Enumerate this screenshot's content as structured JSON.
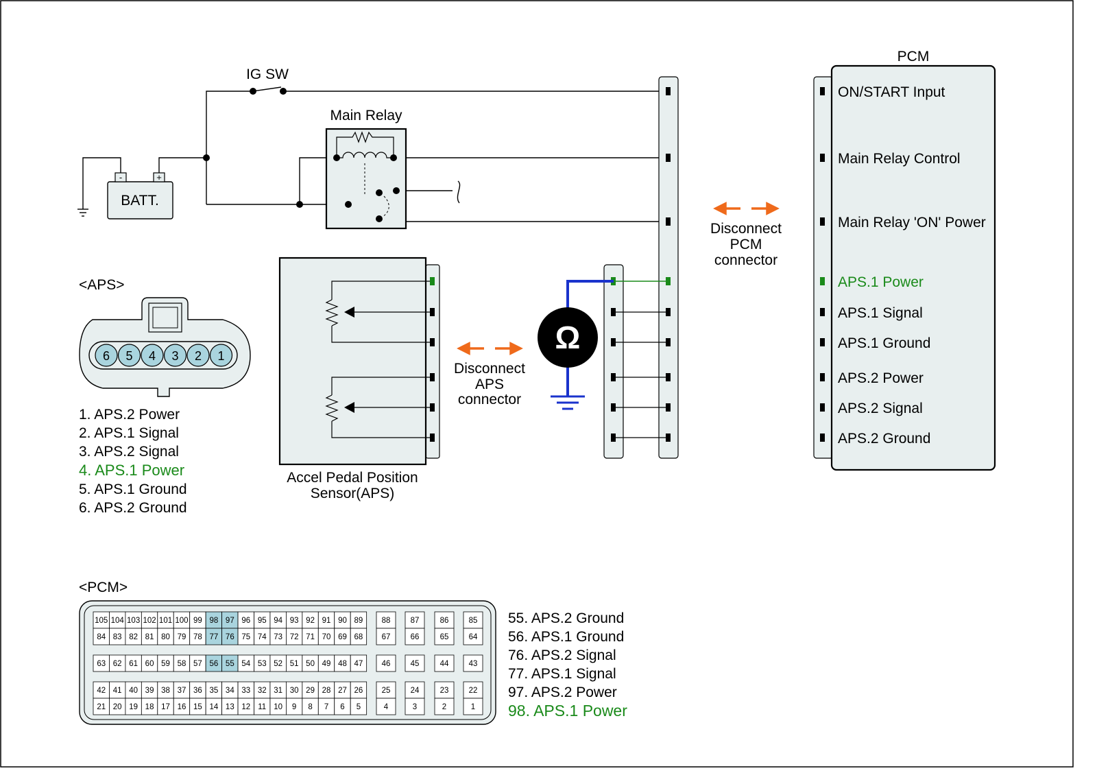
{
  "colors": {
    "background": "#ffffff",
    "box_fill": "#e8efef",
    "highlight_green": "#1a8a1a",
    "meter_lead": "#1a33cc",
    "arrow_orange": "#ef6a1b",
    "highlight_cell": "#a9d4de"
  },
  "labels": {
    "ig_sw": "IG SW",
    "main_relay": "Main Relay",
    "batt": "BATT.",
    "batt_neg": "-",
    "batt_pos": "+",
    "pcm_title": "PCM",
    "aps_heading": "<APS>",
    "pcm_heading": "<PCM>",
    "sensor_line1": "Accel Pedal Position",
    "sensor_line2": "Sensor(APS)",
    "disc_aps": [
      "Disconnect",
      "APS",
      "connector"
    ],
    "disc_pcm": [
      "Disconnect",
      "PCM",
      "connector"
    ],
    "ohm": "Ω"
  },
  "pcm_pins": [
    "ON/START Input",
    "Main Relay Control",
    "Main Relay 'ON' Power",
    "APS.1 Power",
    "APS.1 Signal",
    "APS.1 Ground",
    "APS.2 Power",
    "APS.2 Signal",
    "APS.2 Ground"
  ],
  "aps_legend": [
    "1. APS.2 Power",
    "2. APS.1 Signal",
    "3. APS.2 Signal",
    "4. APS.1 Power",
    "5. APS.1 Ground",
    "6. APS.2 Ground"
  ],
  "aps_pins": [
    "6",
    "5",
    "4",
    "3",
    "2",
    "1"
  ],
  "pcm_legend": [
    "55. APS.2 Ground",
    "56. APS.1 Ground",
    "76. APS.2 Signal",
    "77. APS.1 Signal",
    "97. APS.2 Power",
    "98. APS.1 Power"
  ],
  "pcm_connector": {
    "left_rows": [
      [
        "105",
        "104",
        "103",
        "102",
        "101",
        "100",
        "99",
        "98",
        "97",
        "96",
        "95",
        "94",
        "93",
        "92",
        "91",
        "90",
        "89"
      ],
      [
        "84",
        "83",
        "82",
        "81",
        "80",
        "79",
        "78",
        "77",
        "76",
        "75",
        "74",
        "73",
        "72",
        "71",
        "70",
        "69",
        "68"
      ],
      [
        "63",
        "62",
        "61",
        "60",
        "59",
        "58",
        "57",
        "56",
        "55",
        "54",
        "53",
        "52",
        "51",
        "50",
        "49",
        "48",
        "47"
      ],
      [
        "42",
        "41",
        "40",
        "39",
        "38",
        "37",
        "36",
        "35",
        "34",
        "33",
        "32",
        "31",
        "30",
        "29",
        "28",
        "27",
        "26"
      ],
      [
        "21",
        "20",
        "19",
        "18",
        "17",
        "16",
        "15",
        "14",
        "13",
        "12",
        "11",
        "10",
        "9",
        "8",
        "7",
        "6",
        "5"
      ]
    ],
    "right_rows": [
      [
        "88",
        "87",
        "86",
        "85"
      ],
      [
        "67",
        "66",
        "65",
        "64"
      ],
      [
        "46",
        "45",
        "44",
        "43"
      ],
      [
        "25",
        "24",
        "23",
        "22"
      ],
      [
        "4",
        "3",
        "2",
        "1"
      ]
    ],
    "highlighted": [
      "98",
      "97",
      "77",
      "76",
      "56",
      "55"
    ]
  }
}
